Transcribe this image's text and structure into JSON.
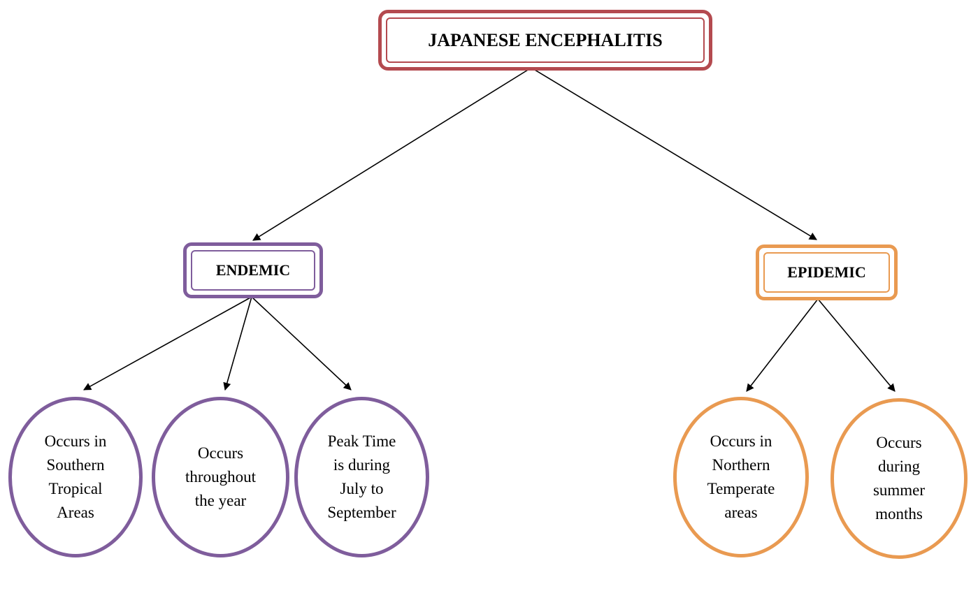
{
  "root": {
    "label": "JAPANESE ENCEPHALITIS"
  },
  "branches": {
    "endemic": {
      "label": "ENDEMIC",
      "color": "#7f5d9c",
      "items": [
        {
          "label": "Occurs in\nSouthern\nTropical\nAreas"
        },
        {
          "label": "Occurs\nthroughout\nthe year"
        },
        {
          "label": "Peak Time\nis during\nJuly to\nSeptember"
        }
      ]
    },
    "epidemic": {
      "label": "EPIDEMIC",
      "color": "#e99a51",
      "items": [
        {
          "label": "Occurs in\nNorthern\nTemperate\nareas"
        },
        {
          "label": "Occurs\nduring\nsummer\nmonths"
        }
      ]
    }
  },
  "root_color": "#b44a4f"
}
